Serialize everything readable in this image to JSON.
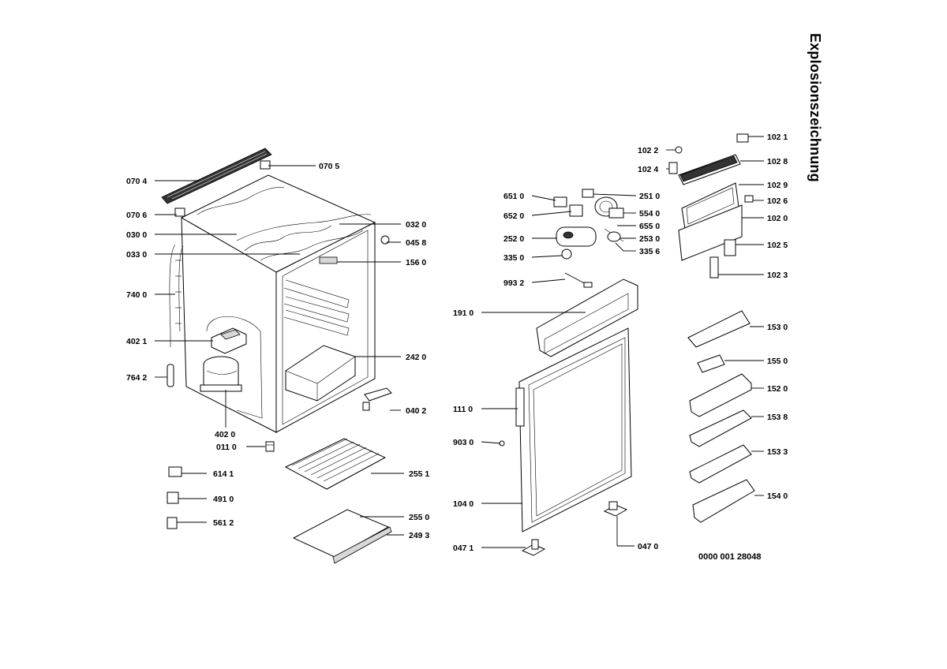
{
  "title": "Explosionszeichnung",
  "document_number": "0000 001 28048",
  "part_labels": [
    "070 4",
    "070 5",
    "070 6",
    "030 0",
    "033 0",
    "740 0",
    "402 1",
    "764 2",
    "402 0",
    "011 0",
    "032 0",
    "045 8",
    "156 0",
    "242 0",
    "040 2",
    "255 1",
    "255 0",
    "249 3",
    "614 1",
    "491 0",
    "561 2",
    "651 0",
    "652 0",
    "252 0",
    "335 0",
    "993 2",
    "251 0",
    "554 0",
    "655 0",
    "253 0",
    "335 6",
    "191 0",
    "111 0",
    "903 0",
    "104 0",
    "047 1",
    "047 0",
    "102 2",
    "102 4",
    "102 1",
    "102 8",
    "102 9",
    "102 6",
    "102 0",
    "102 5",
    "102 3",
    "153 0",
    "155 0",
    "152 0",
    "153 8",
    "153 3",
    "154 0"
  ]
}
